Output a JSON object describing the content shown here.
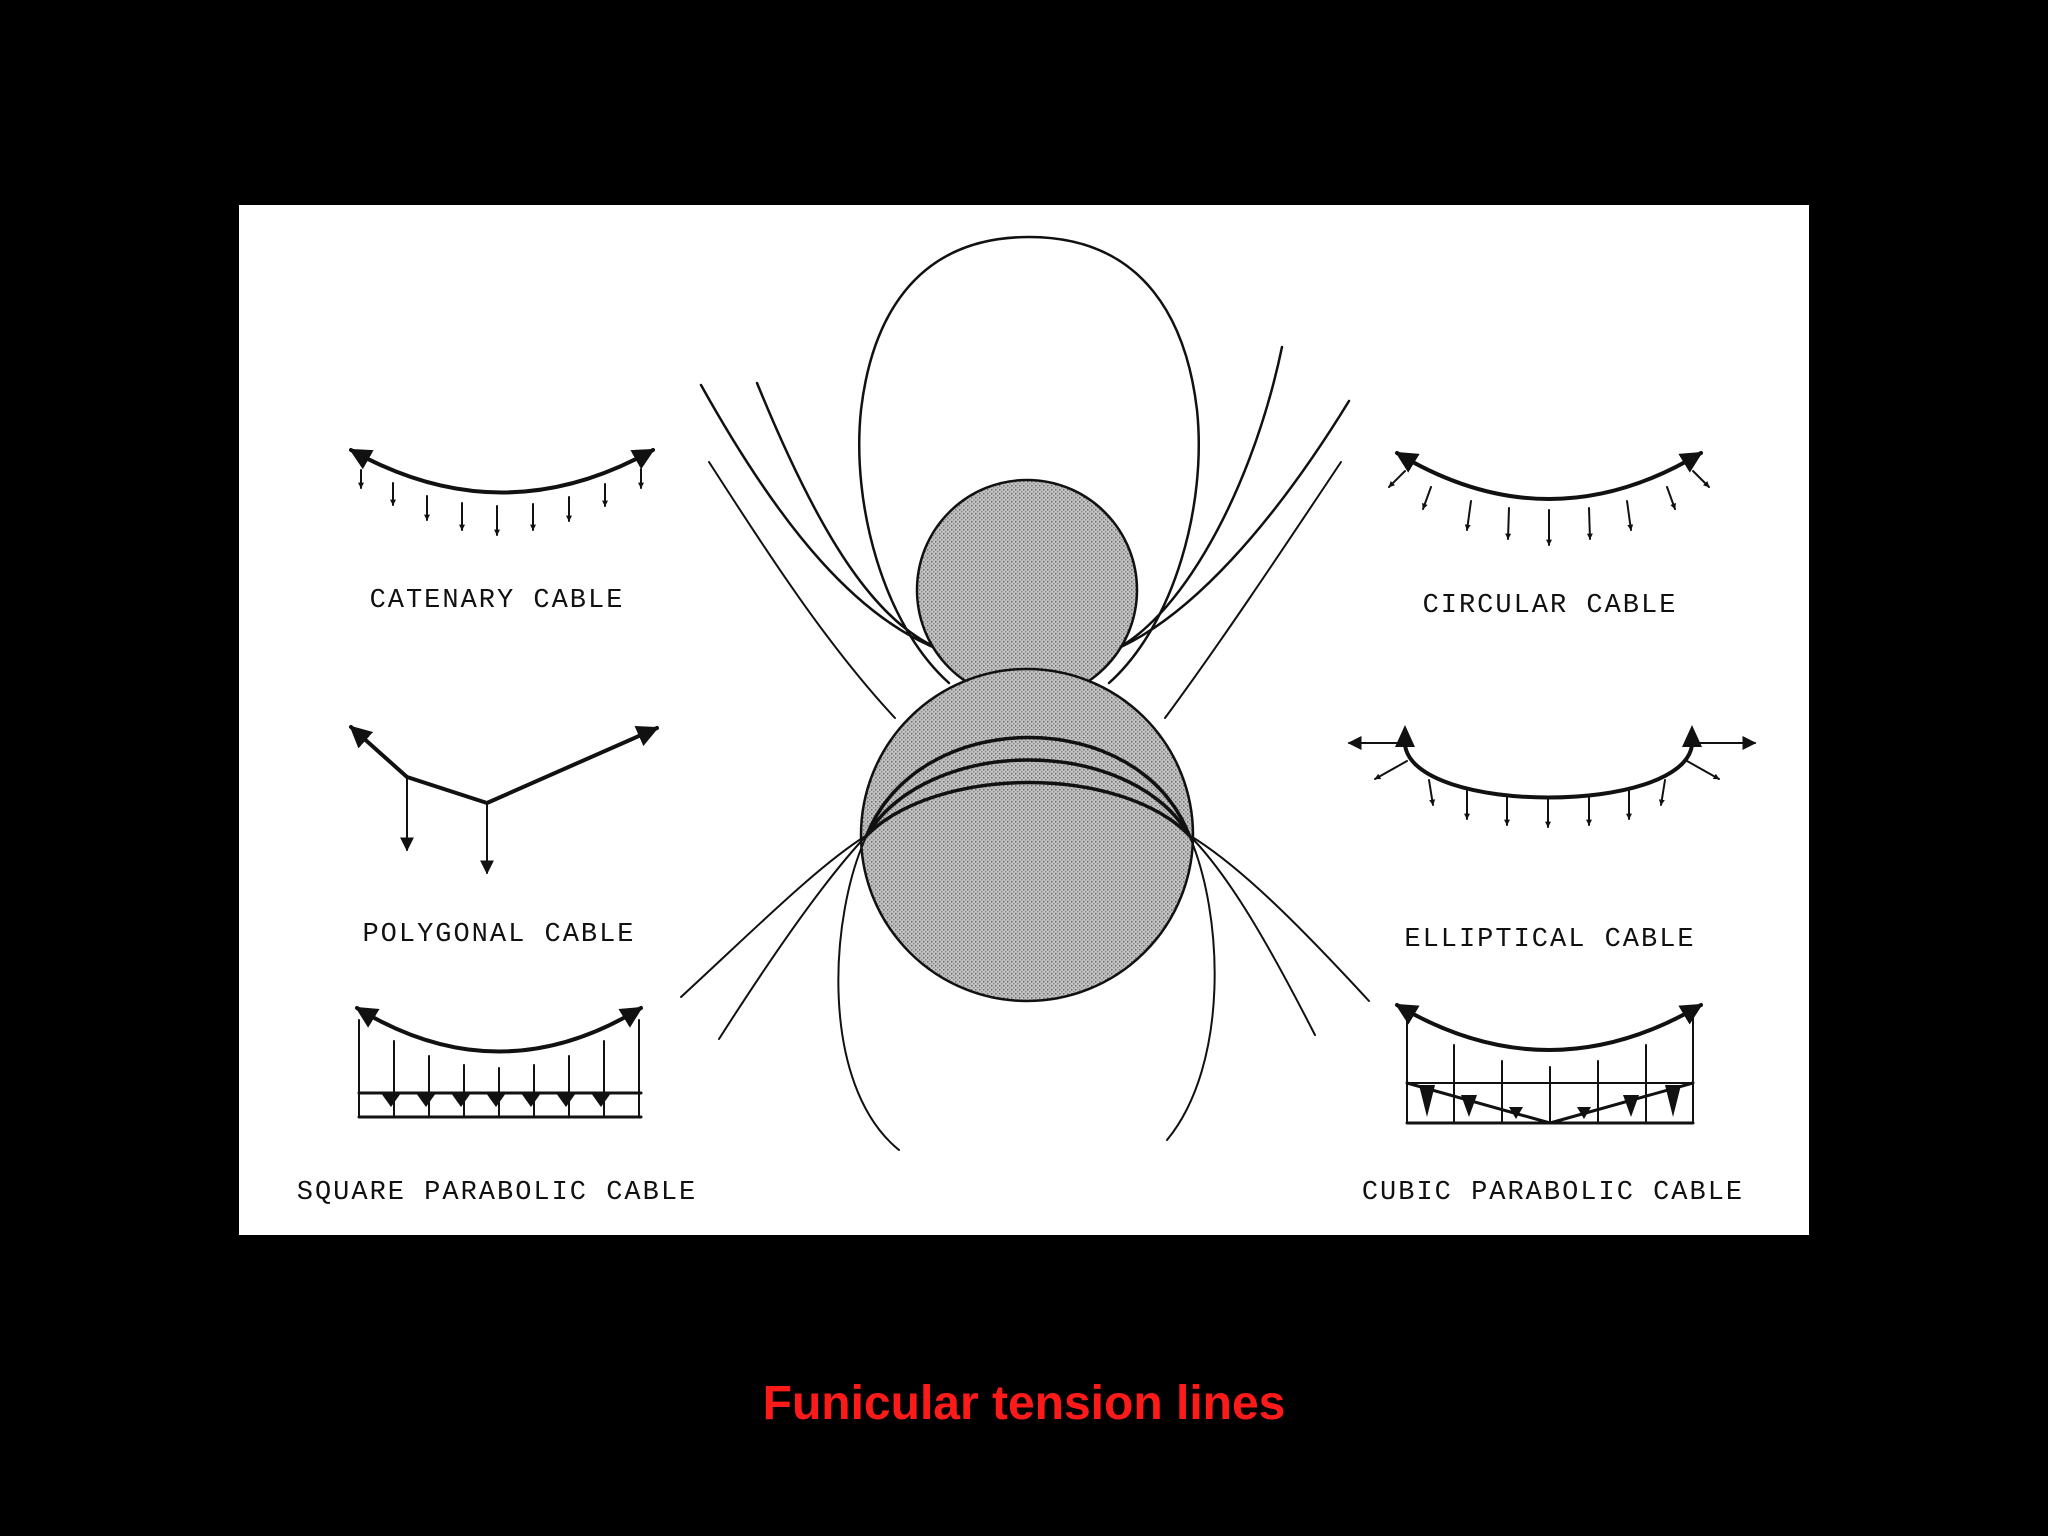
{
  "caption": "Funicular tension lines",
  "colors": {
    "background": "#000000",
    "panel": "#ffffff",
    "caption": "#ff1a1a",
    "ink": "#111111",
    "shade": "#b5b5b5"
  },
  "cables": {
    "catenary": "CATENARY CABLE",
    "circular": "CIRCULAR CABLE",
    "polygonal": "POLYGONAL CABLE",
    "elliptical": "ELLIPTICAL CABLE",
    "square_parabolic": "SQUARE PARABOLIC CABLE",
    "cubic_parabolic": "CUBIC PARABOLIC CABLE"
  }
}
